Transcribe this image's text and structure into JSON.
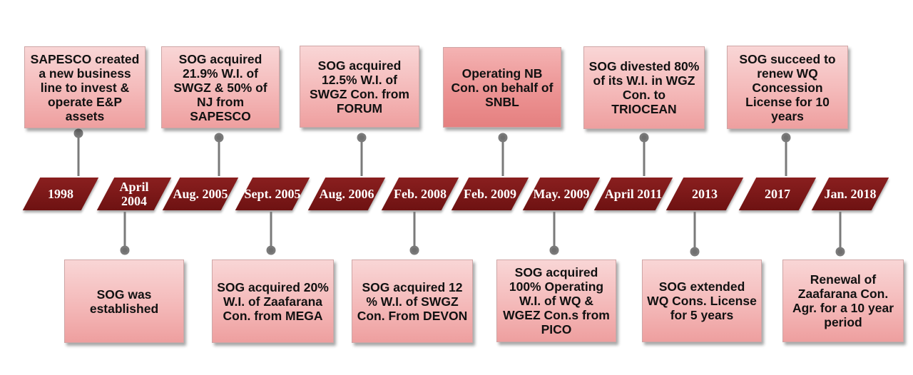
{
  "timeline": {
    "dates": [
      "1998",
      "April 2004",
      "Aug. 2005",
      "Sept. 2005",
      "Aug. 2006",
      "Feb. 2008",
      "Feb. 2009",
      "May. 2009",
      "April 2011",
      "2013",
      "2017",
      "Jan. 2018"
    ],
    "top_events": [
      "SAPESCO created a new business line to invest & operate E&P assets",
      "SOG acquired 21.9% W.I. of SWGZ & 50% of NJ from SAPESCO",
      "SOG acquired 12.5% W.I. of SWGZ Con. from FORUM",
      "Operating NB Con. on behalf of SNBL",
      "SOG divested 80% of its W.I. in WGZ Con. to TRIOCEAN",
      "SOG succeed to renew WQ Concession License for 10 years"
    ],
    "bottom_events": [
      "SOG was established",
      "SOG acquired 20% W.I. of Zaafarana Con. from MEGA",
      "SOG acquired 12 % W.I. of SWGZ Con. From DEVON",
      "SOG acquired 100% Operating W.I. of WQ & WGEZ Con.s from PICO",
      "SOG extended WQ Cons. License for 5 years",
      "Renewal of Zaafarana Con. Agr. for a 10 year period"
    ]
  },
  "colors": {
    "date_fill": "#7a1818",
    "box_fill": "#f4b9b9",
    "connector": "#7a7a7a"
  }
}
